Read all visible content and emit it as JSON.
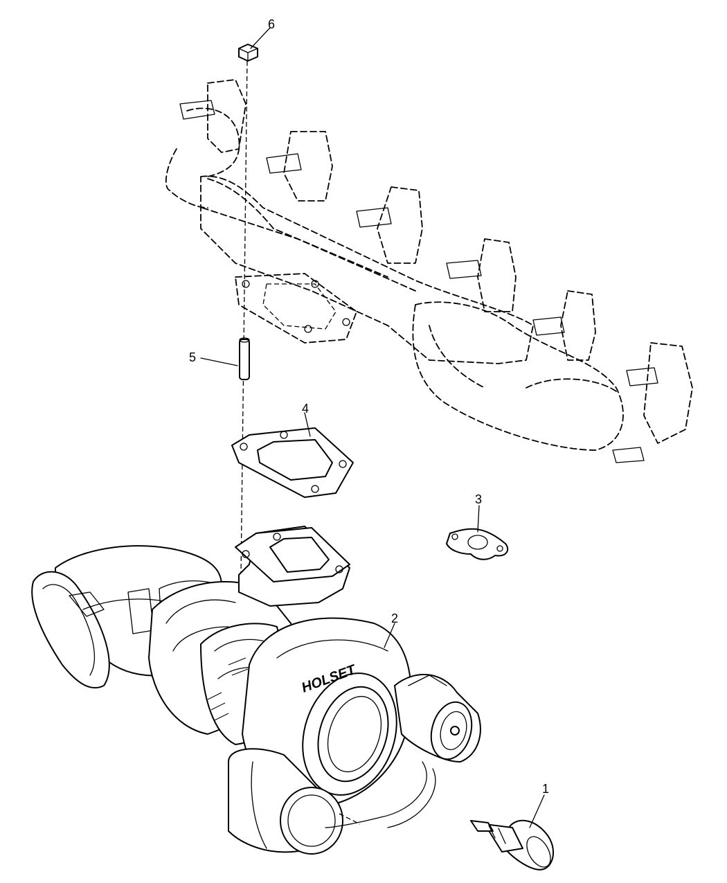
{
  "callouts": [
    {
      "id": "1",
      "label": "1"
    },
    {
      "id": "2",
      "label": "2"
    },
    {
      "id": "3",
      "label": "3"
    },
    {
      "id": "4",
      "label": "4"
    },
    {
      "id": "5",
      "label": "5"
    },
    {
      "id": "6",
      "label": "6"
    }
  ],
  "turbo_brand_text": "HOLSET"
}
